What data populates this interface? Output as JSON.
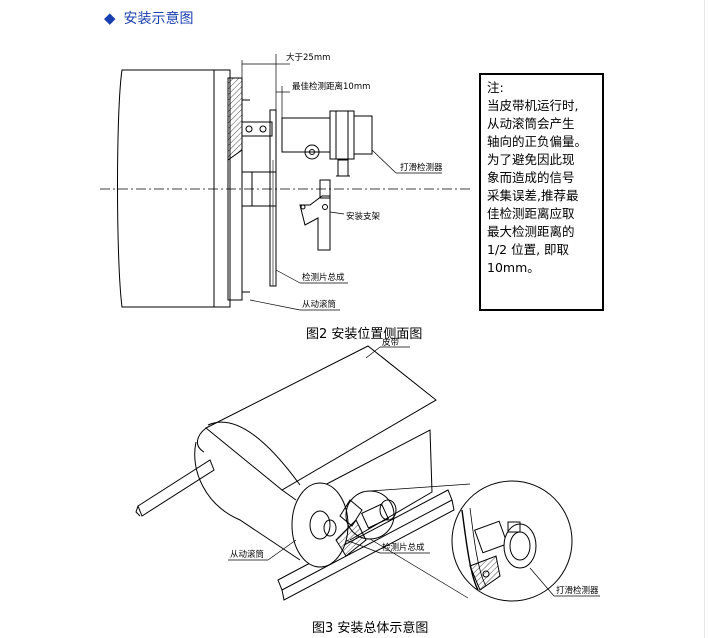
{
  "header": {
    "title": "安装示意图",
    "bullet_color": "#1a3fb0"
  },
  "figure2": {
    "caption": "图2 安装位置侧面图",
    "labels": {
      "dim_25": "大于25mm",
      "dim_10": "最佳检测距离10mm",
      "sensor": "打滑检测器",
      "bracket": "安装支架",
      "plate": "检测片总成",
      "roller": "从动滚筒"
    },
    "note_lines": [
      "注:",
      "当皮带机运行时,",
      "从动滚筒会产生",
      "轴向的正负偏量。",
      "为了避免因此现",
      "象而造成的信号",
      "采集误差,推荐最",
      "佳检测距离应取",
      "最大检测距离的",
      "1/2 位置, 即取",
      "10mm。"
    ]
  },
  "figure3": {
    "caption": "图3 安装总体示意图",
    "labels": {
      "belt": "皮带",
      "roller": "从动滚筒",
      "plate": "检测片总成",
      "sensor": "打滑检测器"
    }
  }
}
